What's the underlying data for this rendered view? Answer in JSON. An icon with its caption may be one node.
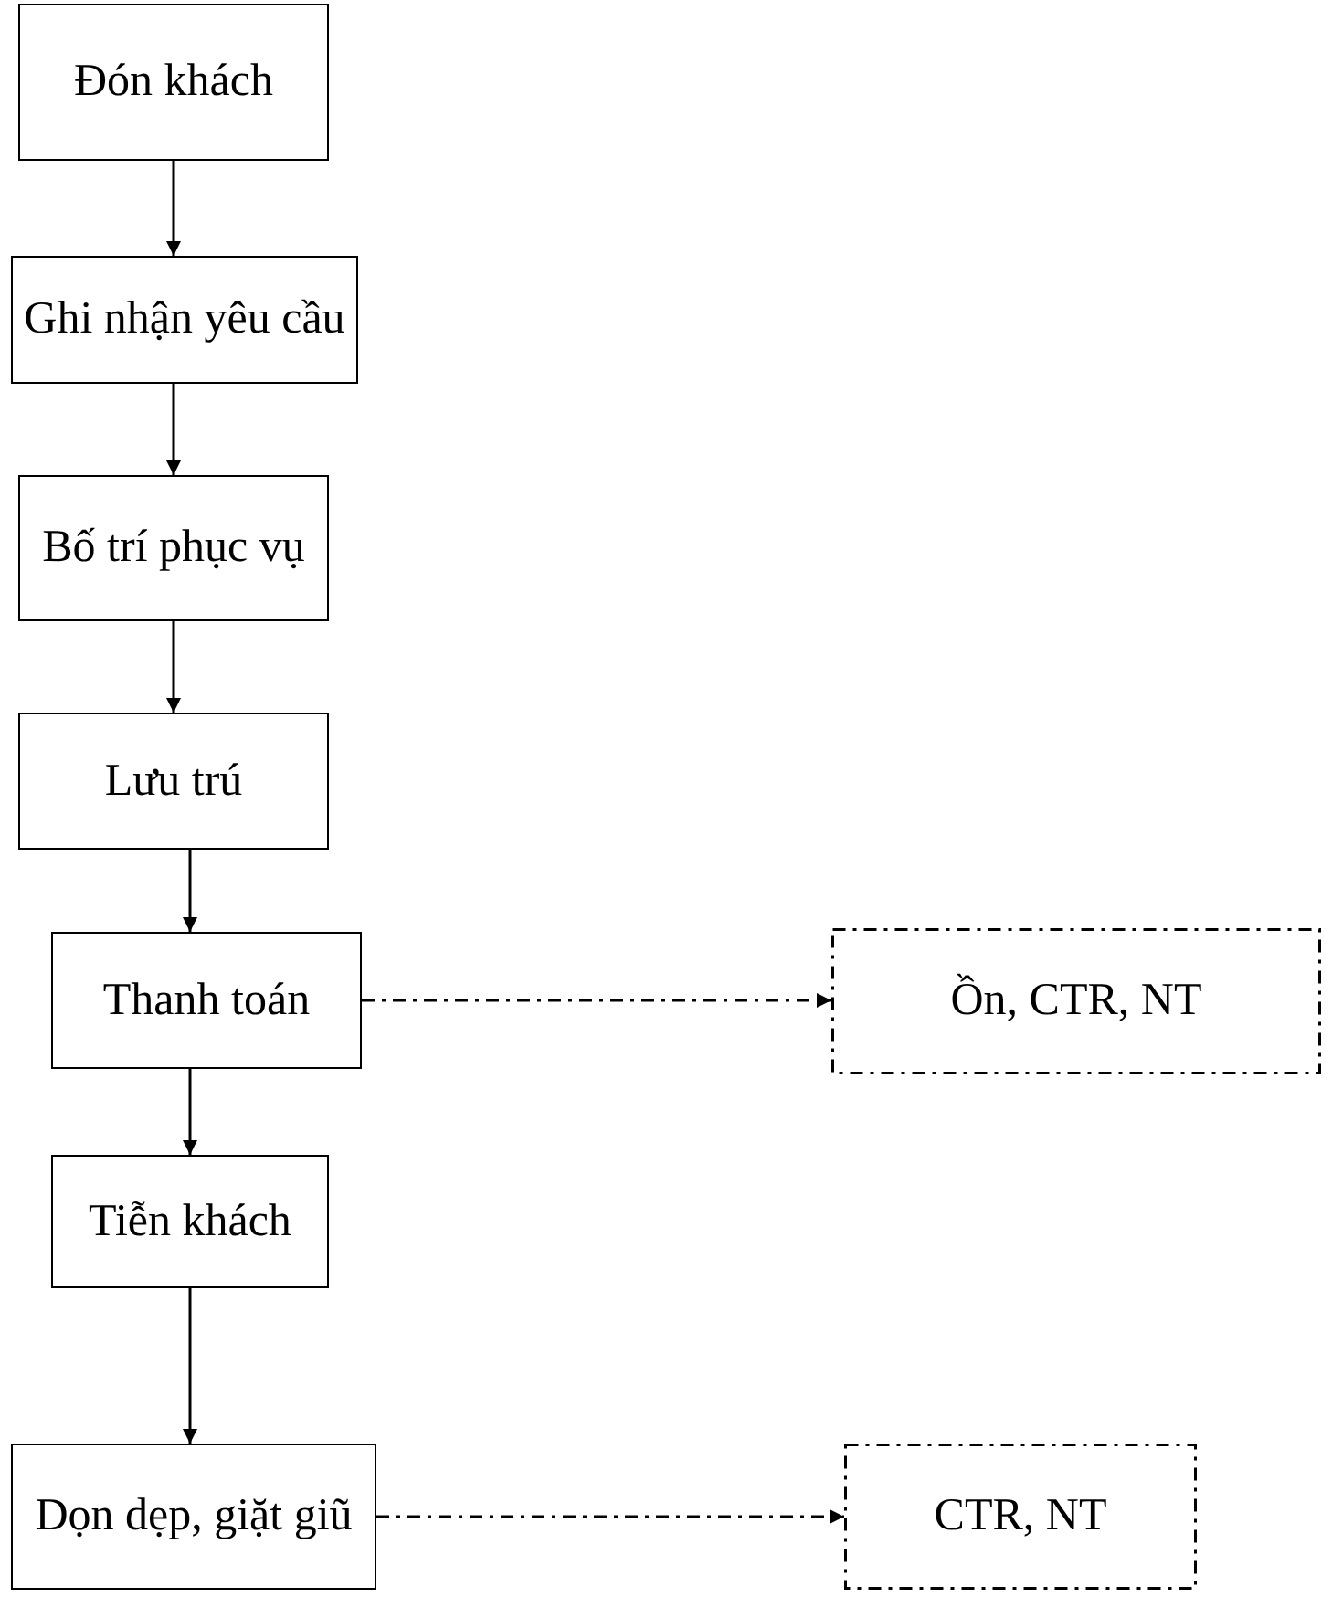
{
  "diagram": {
    "nodes": [
      {
        "text": [
          "Đón khách"
        ]
      },
      {
        "text": [
          "Ghi nhận yêu cầu"
        ]
      },
      {
        "text": [
          "Bố trí phục vụ"
        ]
      },
      {
        "text": [
          "Lưu trú"
        ]
      },
      {
        "text": [
          "Thanh toán"
        ]
      },
      {
        "text": [
          "Ồn, CTR, NT"
        ]
      },
      {
        "text": [
          "Tiễn khách"
        ]
      },
      {
        "text": [
          "Dọn dẹp, giặt giũ"
        ]
      },
      {
        "text": [
          "CTR, NT"
        ]
      }
    ],
    "edges": [
      {
        "from": 0,
        "to": 1,
        "arrow": "to"
      },
      {
        "from": 1,
        "to": 2,
        "arrow": "to"
      },
      {
        "from": 2,
        "to": 3,
        "arrow": "to"
      },
      {
        "from": 3,
        "to": 4,
        "arrow": "to"
      },
      {
        "from": 4,
        "to": 5,
        "arrow": "to",
        "style": "dashed"
      },
      {
        "from": 4,
        "to": 6,
        "arrow": "to"
      },
      {
        "from": 6,
        "to": 7,
        "arrow": "to"
      },
      {
        "from": 7,
        "to": 8,
        "arrow": "to",
        "style": "dashed"
      }
    ]
  }
}
